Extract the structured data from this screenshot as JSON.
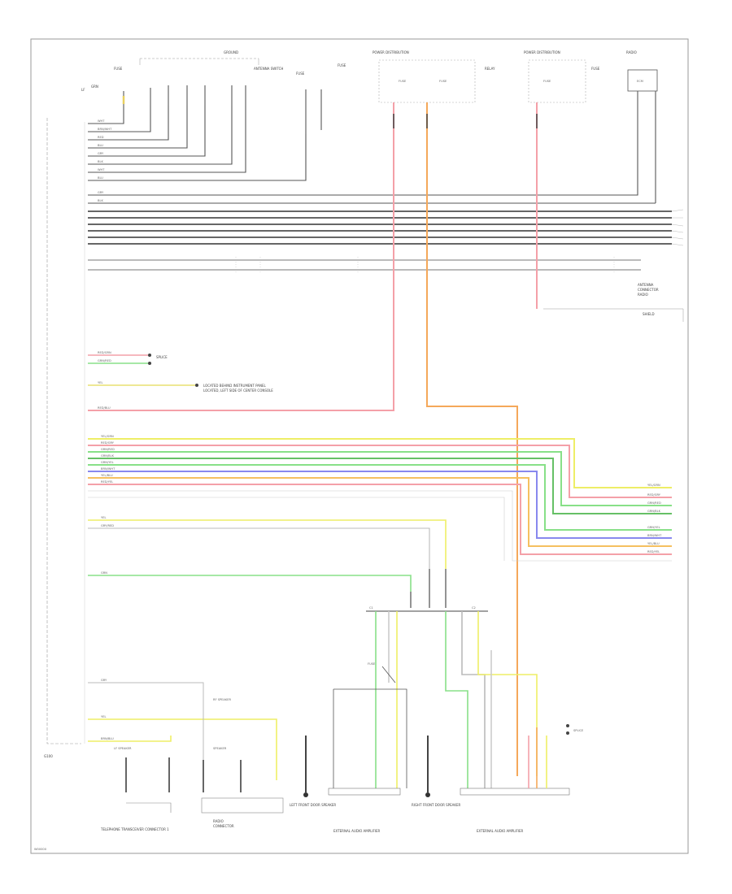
{
  "labels": {
    "ground": "GROUND",
    "fuse_a": "FUSE",
    "fuse_b": "FUSE",
    "fuse_c": "FUSE",
    "fuse_d": "FUSE",
    "relay_box": "RELAY",
    "antenna_switch": "ANTENNA SWITCH",
    "radio": "RADIO",
    "loc_note_1": "LOCATED BEHIND INSTRUMENT PANEL",
    "loc_note_2": "LOCATED, LEFT SIDE OF CENTER CONSOLE",
    "splice_1": "SPLICE",
    "splice_2": "SPLICE",
    "power_ref_1": "POWER DISTRIBUTION",
    "power_ref_2": "POWER DISTRIBUTION",
    "speaker_lf": "LF SPEAKER",
    "speaker_rf": "RF SPEAKER",
    "door_left": "LEFT FRONT DOOR SPEAKER",
    "door_right": "RIGHT FRONT DOOR SPEAKER",
    "external_audio_1": "EXTERNAL AUDIO AMPLIFIER",
    "external_audio_2": "EXTERNAL AUDIO AMPLIFIER",
    "telephone": "TELEPHONE TRANSCEIVER CONNECTOR 1",
    "module_box": "ECM",
    "bottom_code": "W00000"
  },
  "colors": {
    "red": "#f4a0a8",
    "orange": "#f5a85a",
    "yellow": "#eeee66",
    "green": "#88e088",
    "blue": "#8888ee",
    "dark": "#555555",
    "gray": "#bdbdbd"
  }
}
